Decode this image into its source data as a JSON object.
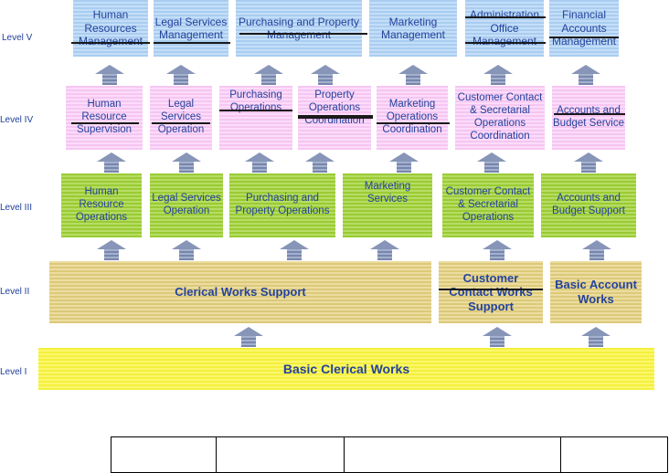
{
  "levels": [
    "Level V",
    "Level IV",
    "Level III",
    "Level II",
    "Level I"
  ],
  "level5": [
    "Human Resources Management",
    "Legal Services Management",
    "Purchasing and Property Management",
    "Marketing Management",
    "Administration Office Management",
    "Financial Accounts Management"
  ],
  "level4": [
    "Human Resource Supervision",
    "Legal Services Operation",
    "Purchasing Operations",
    "Property Operations Coordination",
    "Marketing Operations Coordination",
    "Customer Contact & Secretarial Operations Coordination",
    "Accounts and Budget Service"
  ],
  "level3": [
    "Human Resource Operations",
    "Legal Services Operation",
    "Purchasing and Property Operations",
    "Marketing Services",
    "Customer Contact & Secretarial Operations",
    "Accounts and Budget Support"
  ],
  "level2": [
    "Clerical Works Support",
    "Customer Contact Works Support",
    "Basic Account Works"
  ],
  "level1": [
    "Basic Clerical Works"
  ],
  "colors": {
    "level5": "#c5def8",
    "level4": "#fcdcfa",
    "level3": "#b8dc66",
    "level2": "#ecdda0",
    "level1": "#fbf76e",
    "text": "#25439c"
  }
}
